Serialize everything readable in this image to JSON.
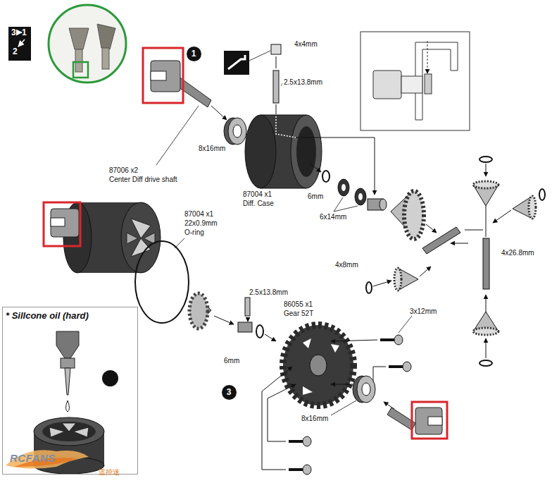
{
  "diagram": {
    "nodes": [
      {
        "text": [
          "3",
          "1",
          "2"
        ]
      },
      {
        "text": [
          "1"
        ]
      },
      {
        "text": [
          "* Sillcone oil (hard)"
        ]
      },
      {
        "text": [
          "2"
        ],
        "in": 2
      },
      {
        "text": [
          "3"
        ]
      }
    ],
    "labels": [
      "87006 x2",
      "Center Diff drive shaft",
      "4x4mm",
      "2.5x13.8mm",
      "8x16mm",
      "87004 x1",
      "Diff. Case",
      "6mm",
      "6x14mm",
      "87004 x1",
      "22x0.9mm",
      "O-ring",
      "2.5x13.8mm",
      "86055 x1",
      "Gear 52T",
      "6mm",
      "3x12mm",
      "4x8mm",
      "4x26.8mm",
      "8x16mm",
      "RCFANS",
      "遥控迷"
    ]
  }
}
